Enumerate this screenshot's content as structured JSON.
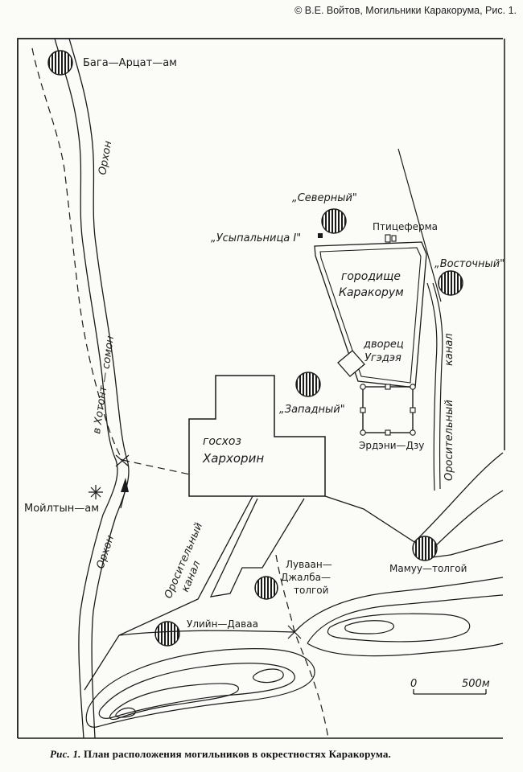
{
  "credit": "© В.Е. Войтов, Могильники Каракорума, Рис. 1.",
  "caption": {
    "figure": "Рис. 1.",
    "text": "План расположения могильников в окрестностях Каракорума."
  },
  "labels": {
    "baga_artsat_am": "Бага—Арцат—ам",
    "orkhon_north": "Орхон",
    "orkhon_south": "Орхон",
    "to_khotont": "в Хотонт — сомон",
    "moiltyn_am": "Мойлтын—ам",
    "severny": "„Северный\"",
    "usypalnitsa": "„Усыпальница I\"",
    "ptitseferma": "Птицеферма",
    "vostochny": "„Восточный\"",
    "gorodishche": "городище",
    "karakorum": "Каракорум",
    "dvorets": "дворец",
    "ugedeya": "Угэдэя",
    "zapadny": "„Западный\"",
    "erdeni_dzu": "Эрдэни—Дзу",
    "goskhoz": "госхоз",
    "kharkhorin": "Хархорин",
    "canal_right_1": "Оросительный",
    "canal_right_2": "канал",
    "canal_left_1": "Оросительный",
    "canal_left_2": "канал",
    "mamuu_tolgoi": "Мамуу—толгой",
    "luvaan_1": "Луваан—",
    "luvaan_2": "Джалба—",
    "luvaan_3": "толгой",
    "uliin_davaa": "Улийн—Даваа",
    "scale_zero": "0",
    "scale_max": "500м"
  },
  "colors": {
    "ink": "#1a1a1a",
    "paper": "#fbfbf8"
  }
}
